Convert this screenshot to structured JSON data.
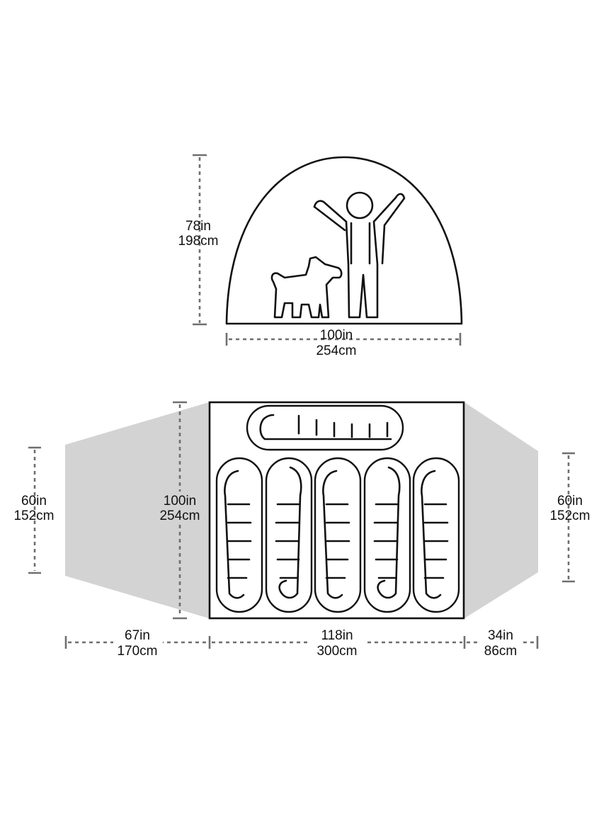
{
  "elevation": {
    "height_in": "78in",
    "height_cm": "198cm",
    "width_in": "100in",
    "width_cm": "254cm"
  },
  "floorplan": {
    "left_vestibule_width_in": "60in",
    "left_vestibule_width_cm": "152cm",
    "floor_width_in": "100in",
    "floor_width_cm": "254cm",
    "right_vestibule_width_in": "60in",
    "right_vestibule_width_cm": "152cm",
    "left_vestibule_depth_in": "67in",
    "left_vestibule_depth_cm": "170cm",
    "floor_length_in": "118in",
    "floor_length_cm": "300cm",
    "right_vestibule_depth_in": "34in",
    "right_vestibule_depth_cm": "86cm"
  },
  "colors": {
    "vestibule_fill": "#d3d3d3",
    "outline": "#111111",
    "dimension_line": "#6f6f6f"
  },
  "icons": [
    "person-icon",
    "dog-icon",
    "sleeping-bag-icon"
  ]
}
